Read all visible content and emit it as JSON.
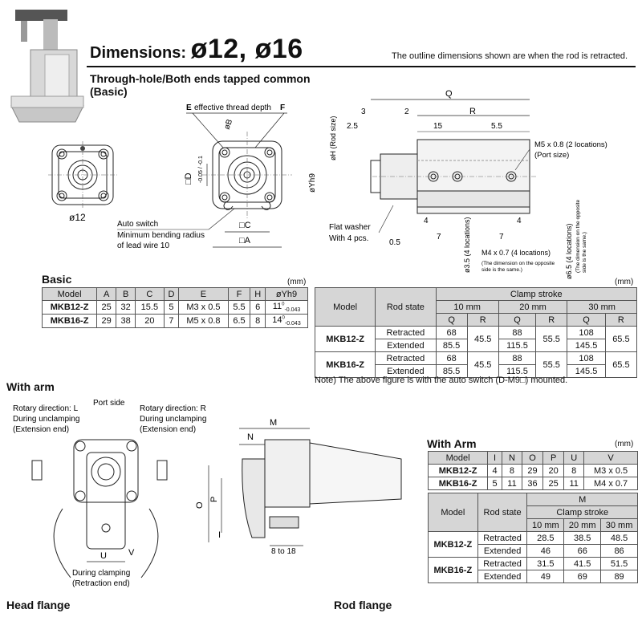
{
  "header": {
    "title_prefix": "Dimensions:",
    "title_sizes": "ø12, ø16",
    "note": "The outline dimensions shown are when the rod is retracted."
  },
  "basic_section": {
    "title": "Through-hole/Both ends tapped common",
    "subtitle": "(Basic)",
    "labels": {
      "bore12": "ø12",
      "e_thread": "effective thread depth",
      "e_letter": "E",
      "f_letter": "F",
      "b_label": "øB",
      "d_label": "□D",
      "d_tol": "-0.05 / -0.1",
      "c_label": "□C",
      "a_label": "□A",
      "auto_switch": "Auto switch",
      "bend_radius": "Minimum bending radius",
      "lead_wire": "of lead wire 10"
    }
  },
  "side_view": {
    "dims": {
      "q": "Q",
      "r": "R",
      "d3": "3",
      "d2": "2",
      "d25": "2.5",
      "d15": "15",
      "d55": "5.5",
      "h": "øH (Rod size)",
      "y": "øYh9",
      "d4a": "4",
      "d4b": "4",
      "d7a": "7",
      "d7b": "7",
      "d05": "0.5"
    },
    "callouts": {
      "m5": "M5 x 0.8 (2 locations)",
      "port": "(Port size)",
      "washer": "Flat washer",
      "washer_qty": "With 4 pcs.",
      "hole35": "ø3.5 (4 locations)",
      "m4": "M4 x 0.7 (4 locations)",
      "m4_note1": "(The dimension on the opposite",
      "m4_note2": "side is the same.)",
      "hole65": "ø6.5 (4 locations)",
      "hole65_note1": "(The dimension on the opposite",
      "hole65_note2": "side is the same.)"
    }
  },
  "basic_table": {
    "title": "Basic",
    "unit": "(mm)",
    "headers": [
      "Model",
      "A",
      "B",
      "C",
      "D",
      "E",
      "F",
      "H",
      "øYh9"
    ],
    "rows": [
      [
        "MKB12-Z",
        "25",
        "32",
        "15.5",
        "5",
        "M3 x 0.5",
        "5.5",
        "6",
        "11",
        "0",
        "-0.043"
      ],
      [
        "MKB16-Z",
        "29",
        "38",
        "20",
        "7",
        "M5 x 0.8",
        "6.5",
        "8",
        "14",
        "0",
        "-0.043"
      ]
    ]
  },
  "stroke_table": {
    "unit": "(mm)",
    "h_model": "Model",
    "h_rod": "Rod state",
    "h_clamp": "Clamp stroke",
    "strokes": [
      "10 mm",
      "20 mm",
      "30 mm"
    ],
    "sub": [
      "Q",
      "R",
      "Q",
      "R",
      "Q",
      "R"
    ],
    "rows": [
      {
        "model": "MKB12-Z",
        "ret": "Retracted",
        "ext": "Extended",
        "q10r": "68",
        "q10e": "85.5",
        "r10": "45.5",
        "q20r": "88",
        "q20e": "115.5",
        "r20": "55.5",
        "q30r": "108",
        "q30e": "145.5",
        "r30": "65.5"
      },
      {
        "model": "MKB16-Z",
        "ret": "Retracted",
        "ext": "Extended",
        "q10r": "68",
        "q10e": "85.5",
        "r10": "45.5",
        "q20r": "88",
        "q20e": "115.5",
        "r20": "55.5",
        "q30r": "108",
        "q30e": "145.5",
        "r30": "65.5"
      }
    ],
    "note": "Note) The above figure is with the auto switch (D-M9□) mounted."
  },
  "arm_section": {
    "title": "With arm",
    "rot_l1": "Rotary direction: L",
    "rot_l2": "During unclamping",
    "rot_l3": "(Extension end)",
    "port_side": "Port side",
    "rot_r1": "Rotary direction: R",
    "rot_r2": "During unclamping",
    "rot_r3": "(Extension end)",
    "clamp1": "During clamping",
    "clamp2": "(Retraction end)",
    "u": "U",
    "v": "V",
    "m": "M",
    "n": "N",
    "o": "O",
    "p": "P",
    "i": "I",
    "range": "8 to 18"
  },
  "arm_table": {
    "title": "With Arm",
    "unit": "(mm)",
    "headers": [
      "Model",
      "I",
      "N",
      "O",
      "P",
      "U",
      "V"
    ],
    "rows": [
      [
        "MKB12-Z",
        "4",
        "8",
        "29",
        "20",
        "8",
        "M3 x 0.5"
      ],
      [
        "MKB16-Z",
        "5",
        "11",
        "36",
        "25",
        "11",
        "M4 x 0.7"
      ]
    ]
  },
  "arm_m_table": {
    "h_model": "Model",
    "h_rod": "Rod state",
    "h_m": "M",
    "h_clamp": "Clamp stroke",
    "strokes": [
      "10 mm",
      "20 mm",
      "30 mm"
    ],
    "rows": [
      {
        "model": "MKB12-Z",
        "ret": "Retracted",
        "ext": "Extended",
        "r": [
          "28.5",
          "38.5",
          "48.5"
        ],
        "e": [
          "46",
          "66",
          "86"
        ]
      },
      {
        "model": "MKB16-Z",
        "ret": "Retracted",
        "ext": "Extended",
        "r": [
          "31.5",
          "41.5",
          "51.5"
        ],
        "e": [
          "49",
          "69",
          "89"
        ]
      }
    ]
  },
  "footer": {
    "head_flange": "Head flange",
    "rod_flange": "Rod flange"
  }
}
